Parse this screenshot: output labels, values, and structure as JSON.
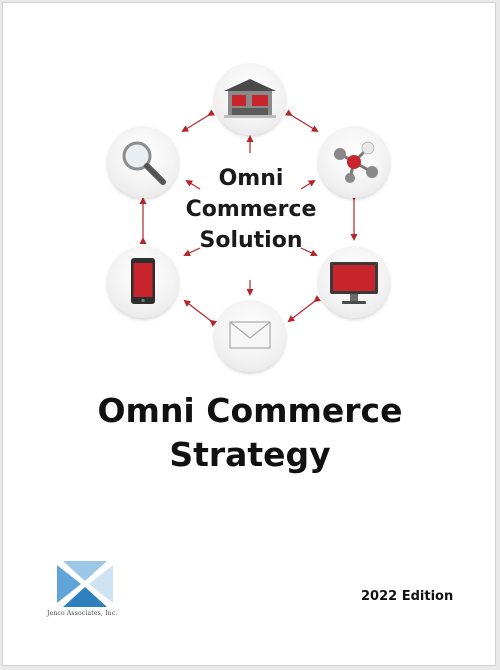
{
  "diagram": {
    "center_lines": [
      "Omni",
      "Commerce",
      "Solution"
    ],
    "nodes": [
      {
        "name": "store",
        "icon": "store-icon"
      },
      {
        "name": "network",
        "icon": "network-icon"
      },
      {
        "name": "monitor",
        "icon": "monitor-icon"
      },
      {
        "name": "email",
        "icon": "envelope-icon"
      },
      {
        "name": "mobile",
        "icon": "smartphone-icon"
      },
      {
        "name": "search",
        "icon": "magnifier-icon"
      }
    ],
    "arrow_color": "#b3262b"
  },
  "title_lines": [
    "Omni Commerce",
    "Strategy"
  ],
  "edition": "2022 Edition",
  "publisher": "Jenco Associates, Inc.",
  "colors": {
    "accent": "#b3262b",
    "logo_blue": "#2f7fbf"
  }
}
